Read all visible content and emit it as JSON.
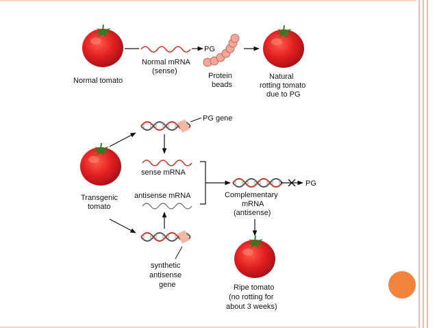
{
  "colors": {
    "tomato": "#e11f1f",
    "tomato_dark": "#a8111a",
    "stem": "#2e7d22",
    "bead": "#f0a89a",
    "gene_marker": "#f3b7a6",
    "accent_dot": "#f2843e",
    "border": "#f2b8a8"
  },
  "labels": {
    "normal_tomato": "Normal tomato",
    "normal_mrna_line1": "Normal mRNA",
    "normal_mrna_line2": "(sense)",
    "pg_top": "PG",
    "protein_beads_line1": "Protein",
    "protein_beads_line2": "beads",
    "natural_rot_line1": "Natural",
    "natural_rot_line2": "rotting tomato",
    "natural_rot_line3": "due to PG",
    "pg_gene": "PG gene",
    "sense_mrna": "sense mRNA",
    "antisense_mrna": "antisense mRNA",
    "transgenic_line1": "Transgenic",
    "transgenic_line2": "tomato",
    "complementary_line1": "Complementary",
    "complementary_line2": "mRNA",
    "complementary_line3": "(antisense)",
    "pg_blocked": "PG",
    "synthetic_line1": "synthetic",
    "synthetic_line2": "antisense",
    "synthetic_line3": "gene",
    "ripe_line1": "Ripe tomato",
    "ripe_line2": "(no rotting for",
    "ripe_line3": "about 3 weeks)"
  },
  "icons": [
    "tomato-icon",
    "mrna-wave-icon",
    "dna-helix-icon",
    "protein-beads-icon",
    "blocked-x-icon"
  ]
}
